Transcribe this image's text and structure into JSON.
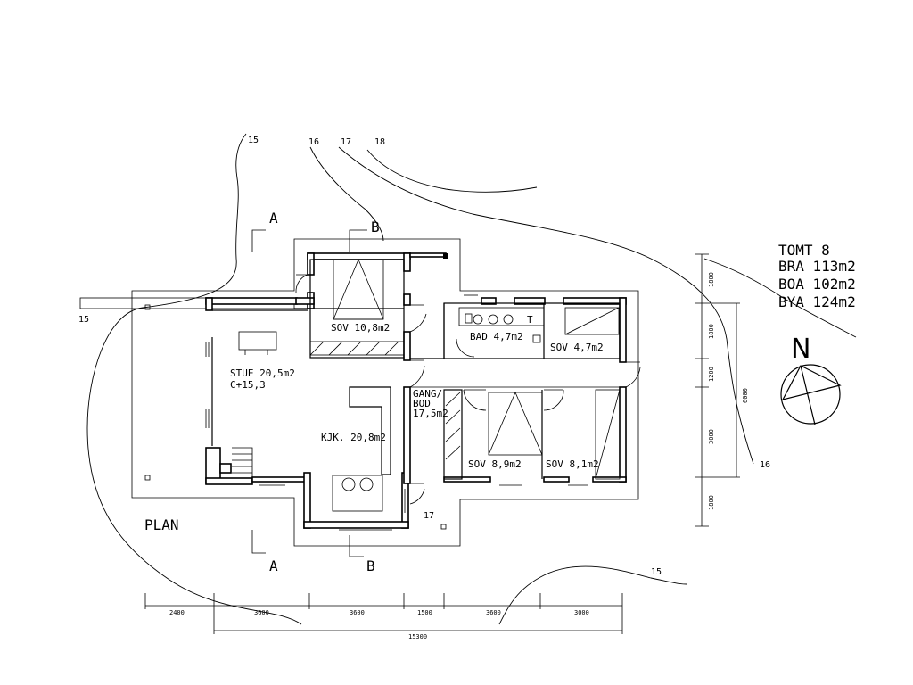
{
  "drawing": {
    "title": "PLAN",
    "north_label": "N",
    "plot_info": {
      "tomt": "TOMT 8",
      "bra": "BRA 113m2",
      "boa": "BOA 102m2",
      "bya": "BYA 124m2"
    },
    "sections": {
      "a": "A",
      "b": "B"
    },
    "contours": [
      "15",
      "16",
      "17",
      "18"
    ],
    "rooms": {
      "sov1": "SOV 10,8m2",
      "stue": "STUE 20,5m2",
      "stue_sub": "C+15,3",
      "kjk": "KJK. 20,8m2",
      "bad": "BAD 4,7m2",
      "sov2": "SOV 4,7m2",
      "gang1": "GANG/",
      "gang2": "BOD",
      "gang3": "17,5m2",
      "sov3": "SOV 8,9m2",
      "sov4": "SOV 8,1m2"
    },
    "fixture_t": "T",
    "dims_bottom": [
      "2400",
      "3600",
      "3600",
      "1500",
      "3600",
      "3000"
    ],
    "dim_total": "15300",
    "dims_right": [
      "1800",
      "1800",
      "1200",
      "3000",
      "1800"
    ],
    "dim_right_total": "6000"
  }
}
